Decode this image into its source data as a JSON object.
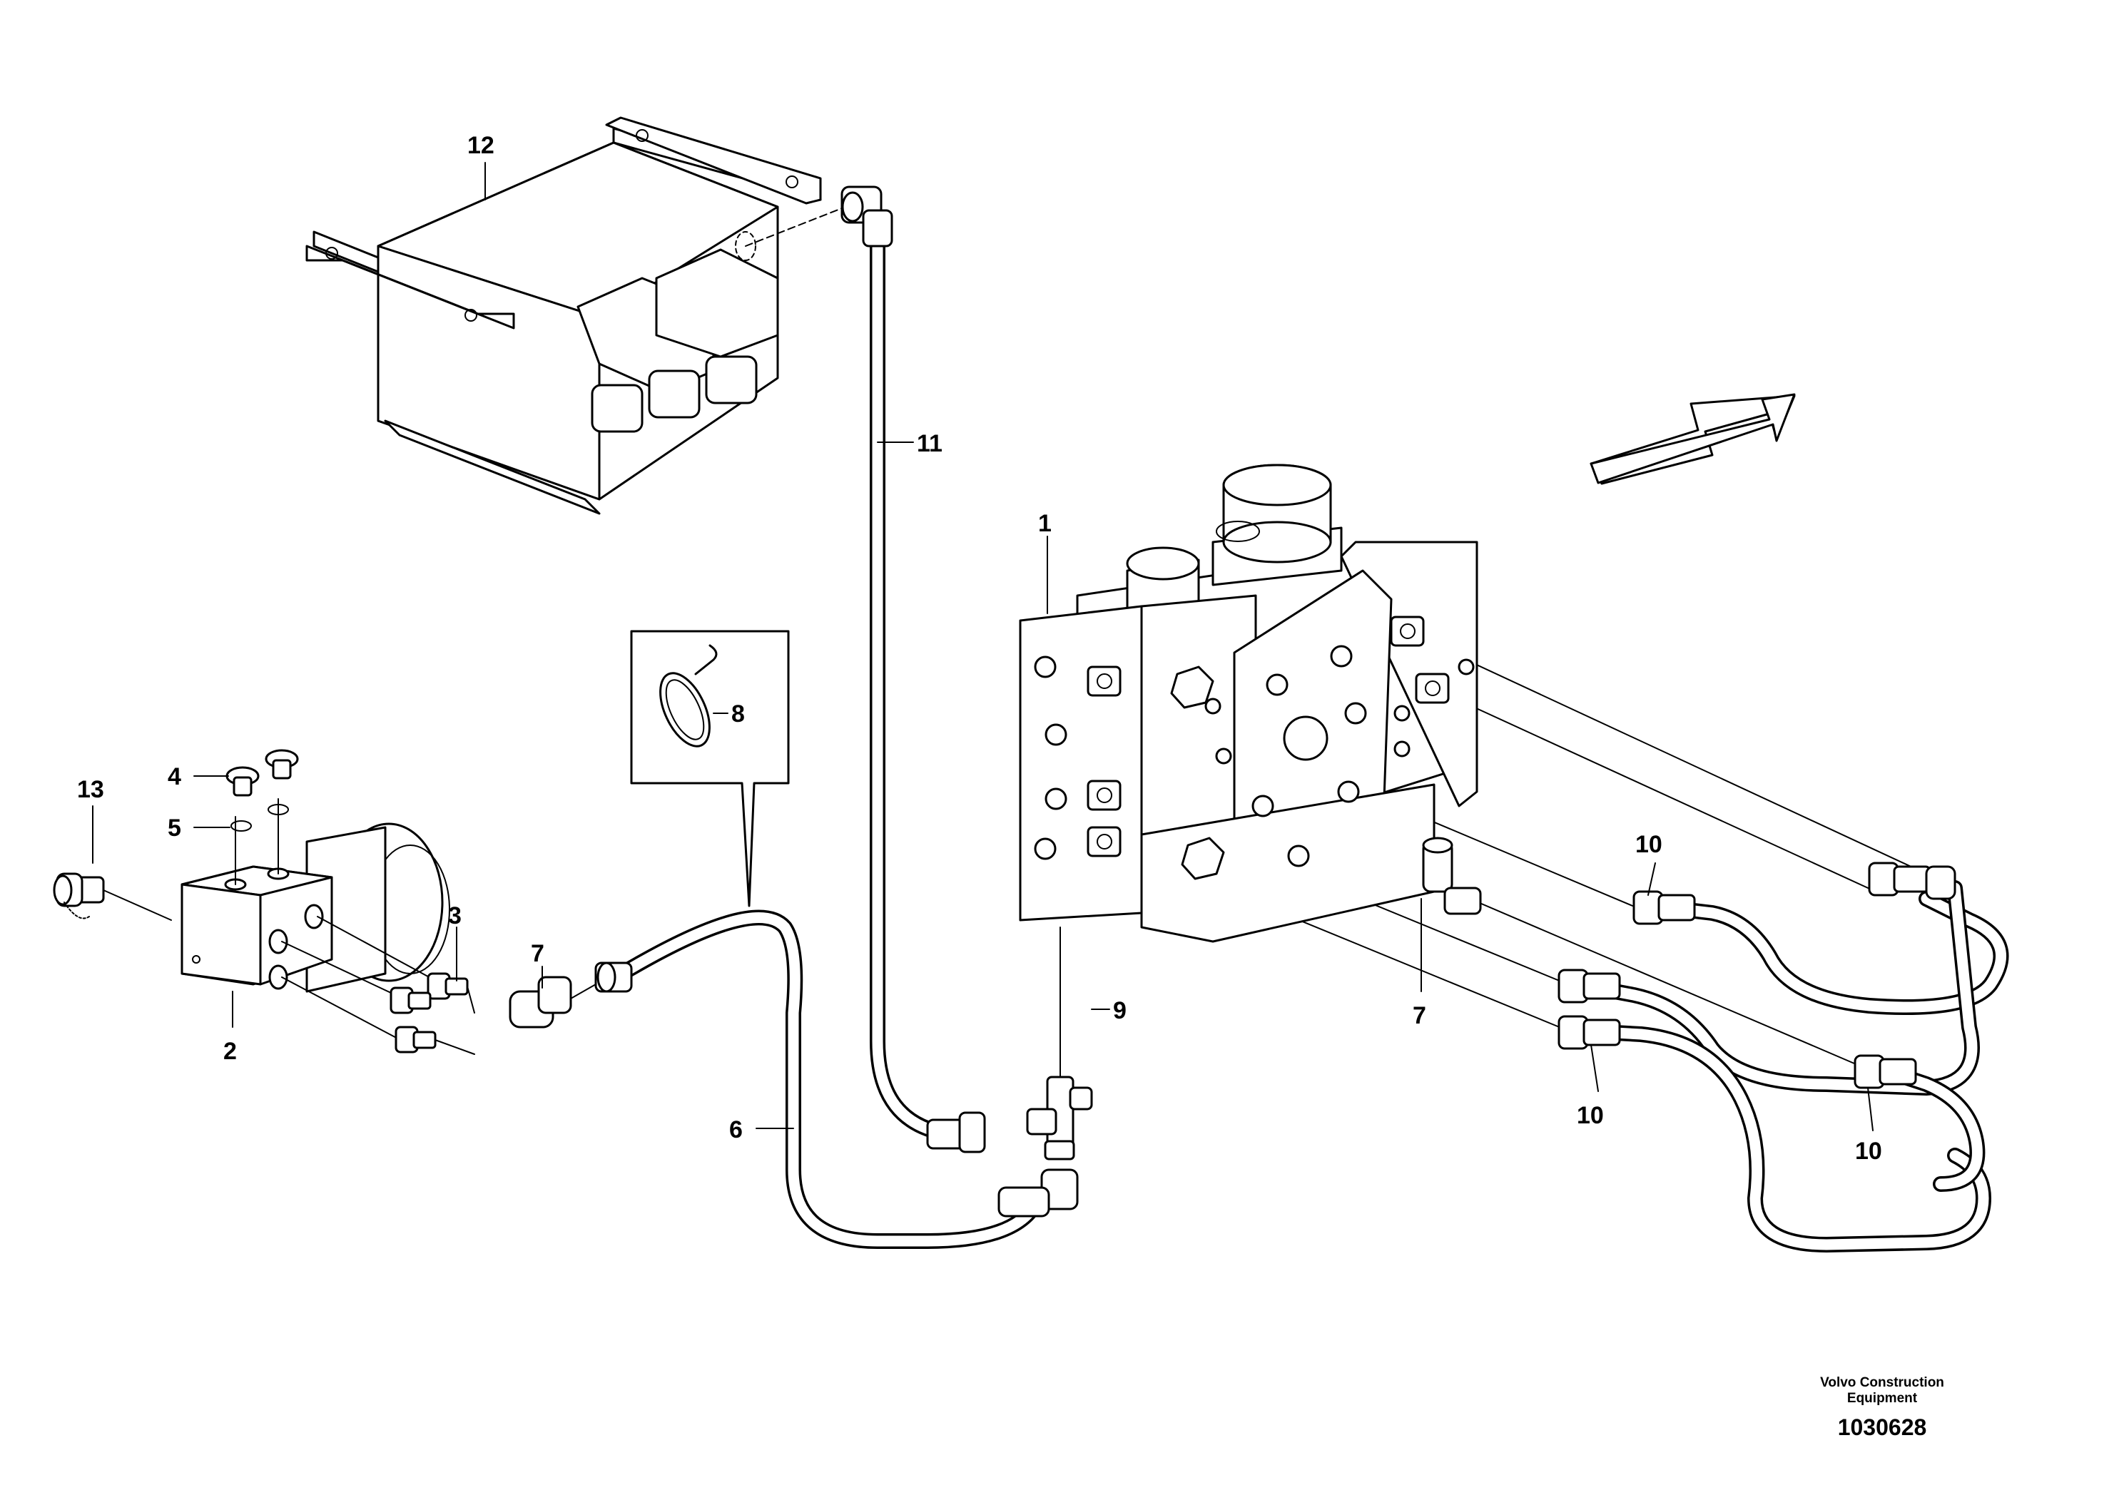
{
  "diagram": {
    "callouts": {
      "c1": "1",
      "c2": "2",
      "c3": "3",
      "c4": "4",
      "c5": "5",
      "c6": "6",
      "c7a": "7",
      "c7b": "7",
      "c8": "8",
      "c9": "9",
      "c10a": "10",
      "c10b": "10",
      "c10c": "10",
      "c11": "11",
      "c12": "12",
      "c13": "13"
    },
    "credit_line1": "Volvo Construction",
    "credit_line2": "Equipment",
    "part_number": "1030628",
    "icons": [
      "direction-arrow-icon",
      "cable-tie-icon"
    ]
  }
}
